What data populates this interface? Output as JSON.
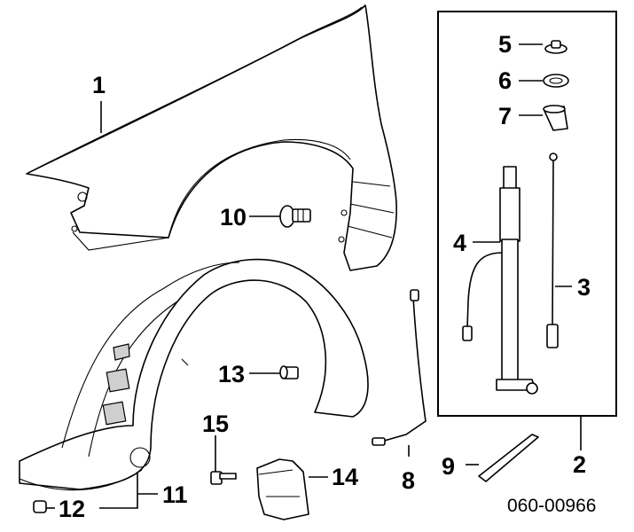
{
  "diagram": {
    "callouts": [
      "1",
      "2",
      "3",
      "4",
      "5",
      "6",
      "7",
      "8",
      "9",
      "10",
      "11",
      "12",
      "13",
      "14",
      "15"
    ],
    "reference_code": "060-00966"
  }
}
